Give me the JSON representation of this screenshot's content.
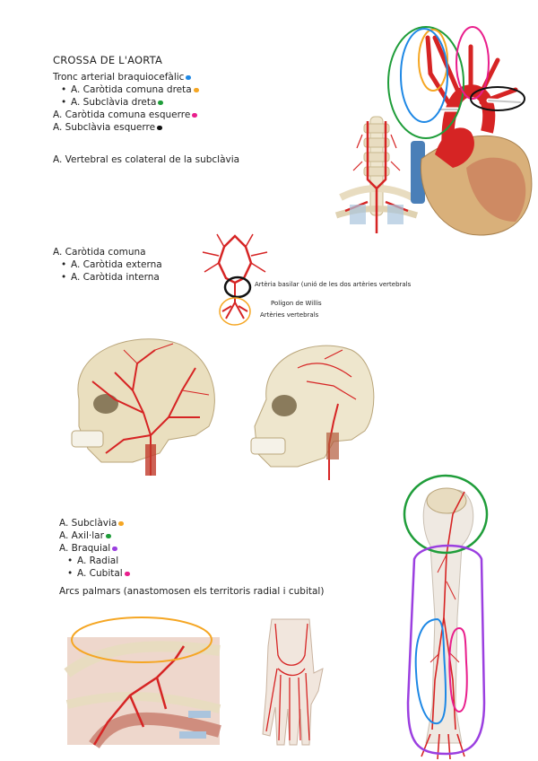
{
  "section1": {
    "title": "CROSSA DE L'AORTA",
    "lines": [
      {
        "text": "Tronc arterial braquiocefàlic",
        "bullet": false,
        "marker": "#1e88e5"
      },
      {
        "text": "A. Caròtida comuna dreta",
        "bullet": true,
        "marker": "#f5a623"
      },
      {
        "text": "A. Subclàvia dreta",
        "bullet": true,
        "marker": "#1f9d3a"
      },
      {
        "text": "A. Caròtida comuna esquerre",
        "bullet": false,
        "marker": "#e91e8c"
      },
      {
        "text": "A. Subclàvia esquerre",
        "bullet": false,
        "marker": "#111111"
      }
    ],
    "note": "A. Vertebral es colateral de la subclàvia"
  },
  "section2": {
    "lines": [
      {
        "text": "A. Caròtida comuna",
        "bullet": false
      },
      {
        "text": "A. Caròtida externa",
        "bullet": true
      },
      {
        "text": "A. Caròtida interna",
        "bullet": true
      }
    ],
    "labels": {
      "basilar": "Artèria basilar (unió de les dos artèries vertebrals",
      "willis": "Polígon de Willis",
      "vertebrals": "Artèries vertebrals"
    }
  },
  "section3": {
    "lines": [
      {
        "text": "A. Subclàvia",
        "bullet": false,
        "marker": "#f5a623"
      },
      {
        "text": "A. Axil·lar",
        "bullet": false,
        "marker": "#1f9d3a"
      },
      {
        "text": "A. Braquial",
        "bullet": false,
        "marker": "#9b3fe0"
      },
      {
        "text": "A. Radial",
        "bullet": true,
        "marker": ""
      },
      {
        "text": "A. Cubital",
        "bullet": true,
        "marker": "#e91e8c"
      }
    ],
    "note": "Arcs palmars (anastomosen els territoris radial i cubital)"
  },
  "colors": {
    "artery": "#d62424",
    "bone": "#e8dcc0",
    "heart": "#d9b07a",
    "vein": "#4a7fb8"
  }
}
